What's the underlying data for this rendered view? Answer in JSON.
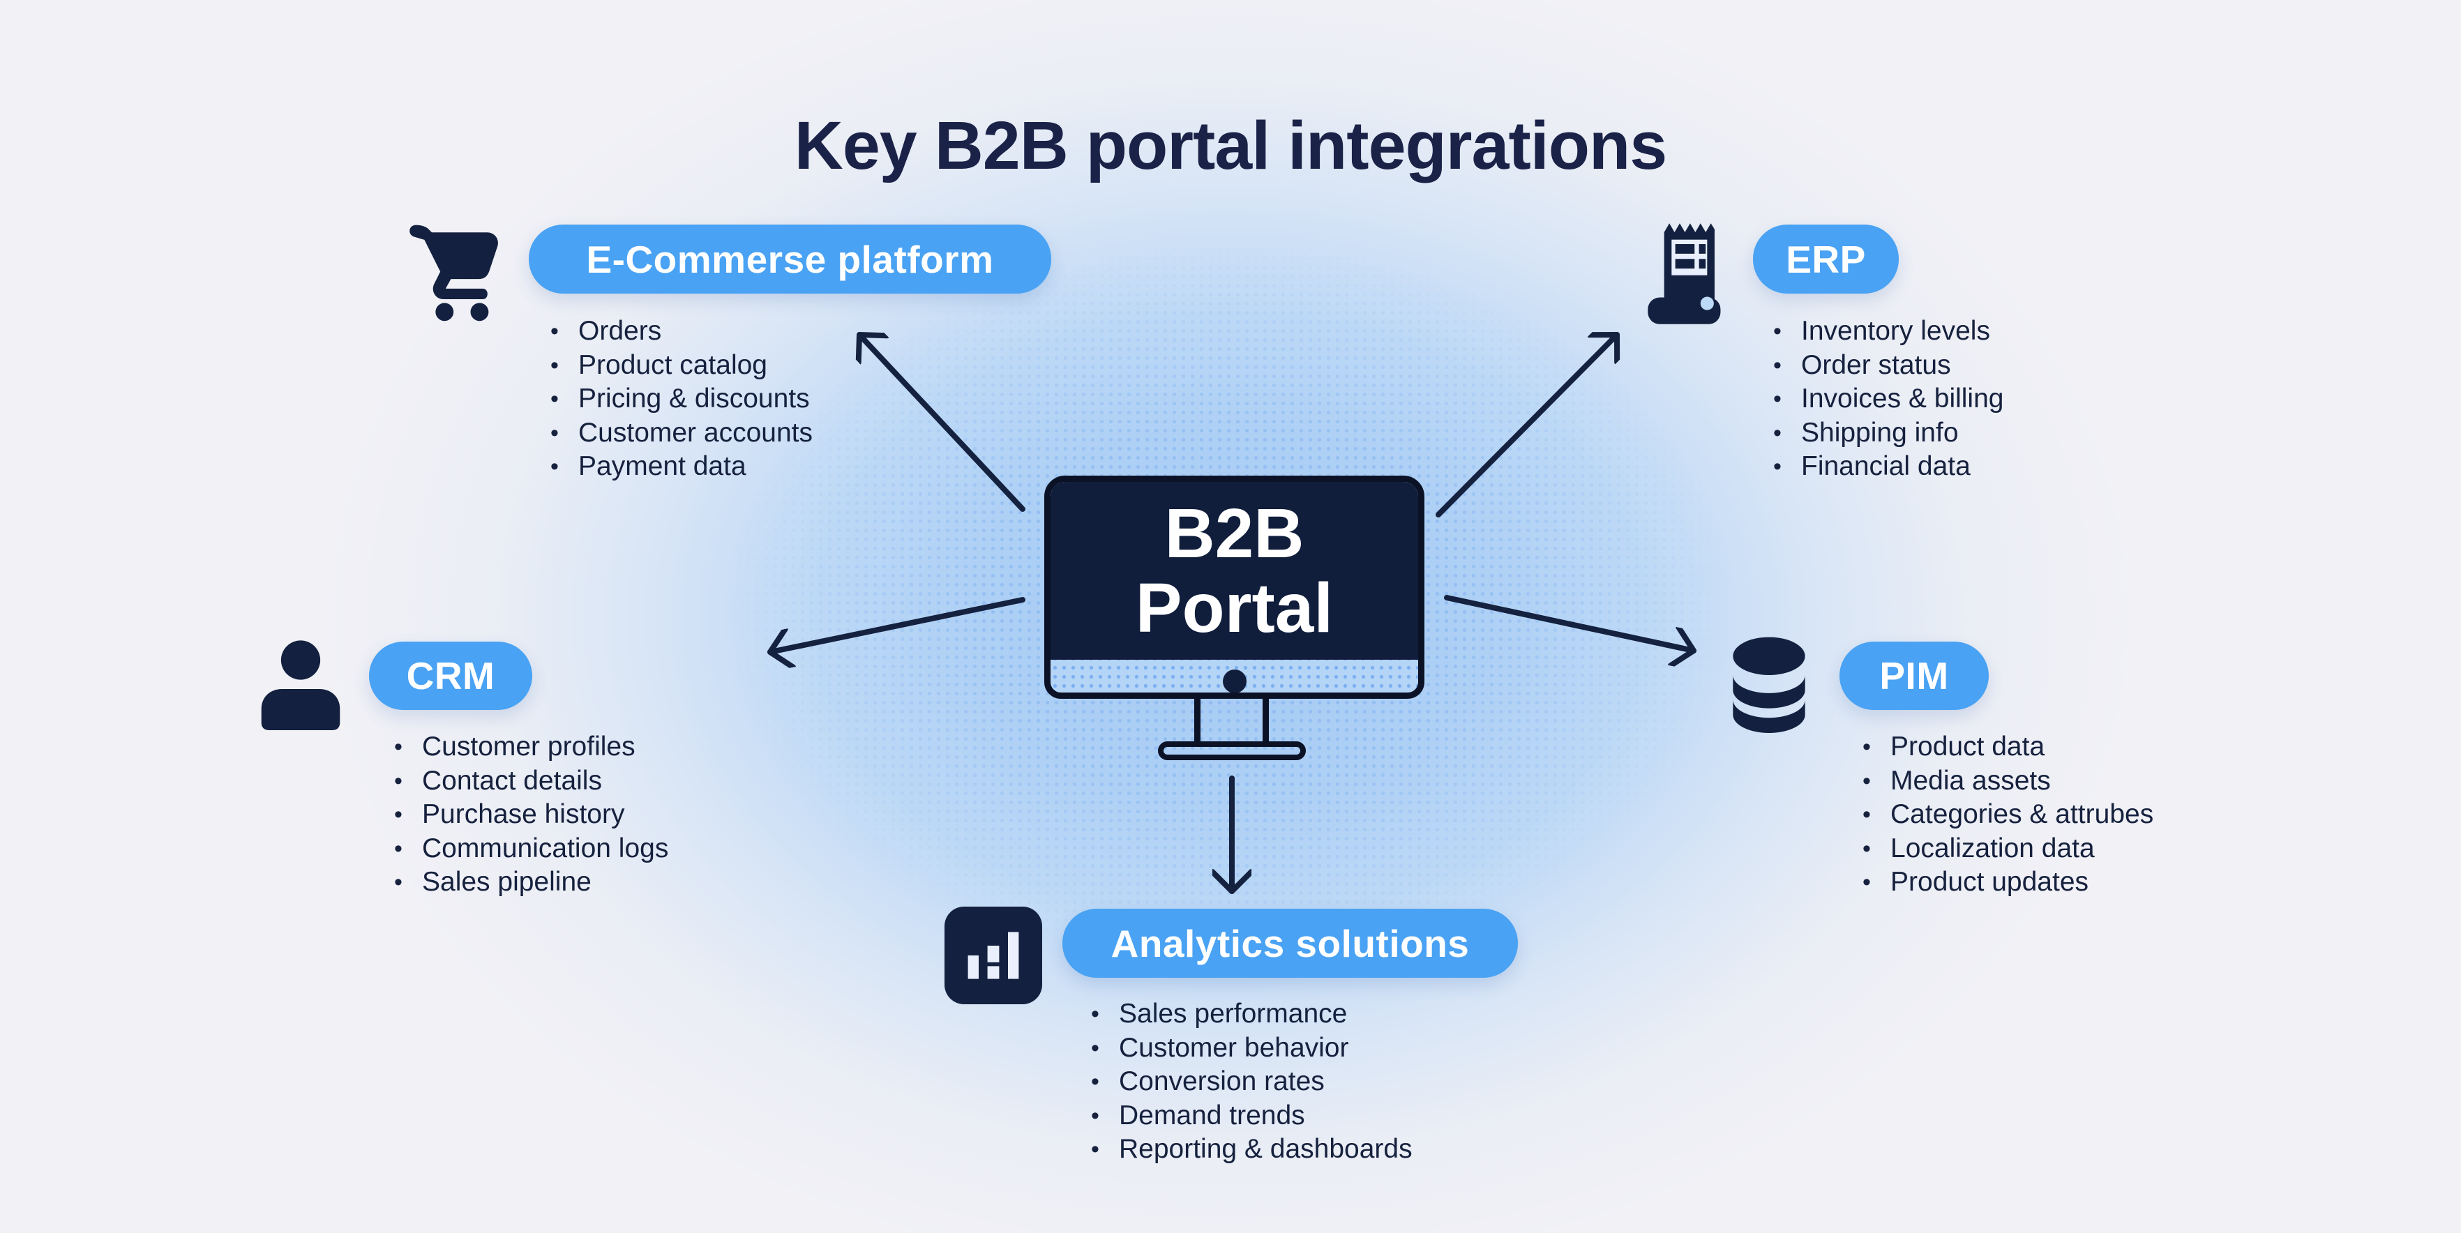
{
  "title": "Key B2B portal integrations",
  "center": {
    "device": "desktop-monitor",
    "line1": "B2B",
    "line2": "Portal"
  },
  "sections": {
    "ecommerce": {
      "label": "E-Commerse platform",
      "icon": "shopping-cart-icon",
      "items": [
        "Orders",
        "Product catalog",
        "Pricing & discounts",
        "Customer accounts",
        "Payment data"
      ]
    },
    "erp": {
      "label": "ERP",
      "icon": "receipt-icon",
      "items": [
        "Inventory levels",
        "Order status",
        "Invoices & billing",
        "Shipping info",
        "Financial data"
      ]
    },
    "crm": {
      "label": "CRM",
      "icon": "person-icon",
      "items": [
        "Customer profiles",
        "Contact details",
        "Purchase history",
        "Communication logs",
        "Sales pipeline"
      ]
    },
    "pim": {
      "label": "PIM",
      "icon": "database-icon",
      "items": [
        "Product data",
        "Media assets",
        "Categories & attrubes",
        "Localization data",
        "Product updates"
      ]
    },
    "analytics": {
      "label": "Analytics solutions",
      "icon": "bar-chart-icon",
      "items": [
        "Sales performance",
        "Customer behavior",
        "Conversion rates",
        "Demand trends",
        "Reporting & dashboards"
      ]
    }
  },
  "colors": {
    "accent_blue": "#49a2f3",
    "navy": "#13203f",
    "glow_blue": "#a9ccf4",
    "edge_background": "#f1f1f6"
  }
}
